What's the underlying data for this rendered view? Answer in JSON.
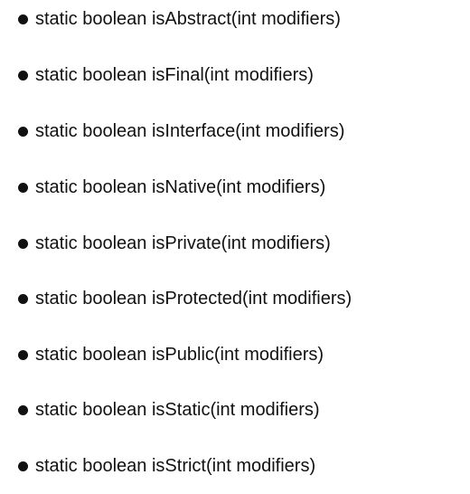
{
  "methods": [
    {
      "text": "static boolean isAbstract(int modifiers)"
    },
    {
      "text": "static boolean isFinal(int modifiers)"
    },
    {
      "text": "static boolean isInterface(int modifiers)"
    },
    {
      "text": "static boolean isNative(int modifiers)"
    },
    {
      "text": "static boolean isPrivate(int modifiers)"
    },
    {
      "text": "static boolean isProtected(int modifiers)"
    },
    {
      "text": "static boolean isPublic(int modifiers)"
    },
    {
      "text": "static boolean isStatic(int modifiers)"
    },
    {
      "text": "static boolean isStrict(int modifiers)"
    }
  ]
}
